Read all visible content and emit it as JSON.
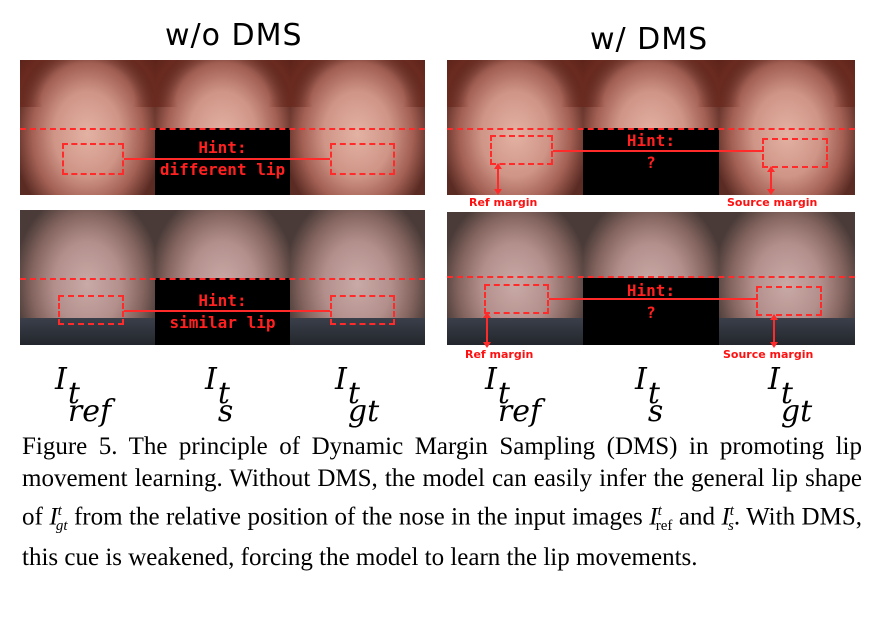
{
  "panels": {
    "left_title": "w/o DMS",
    "right_title": "w/ DMS"
  },
  "hints": {
    "top_left": [
      "Hint:",
      "different lip"
    ],
    "bottom_left": [
      "Hint:",
      "similar lip"
    ],
    "top_right": [
      "Hint:",
      "?"
    ],
    "bottom_right": [
      "Hint:",
      "?"
    ]
  },
  "margins": {
    "ref": "Ref margin",
    "source": "Source margin"
  },
  "labels": {
    "base": "I",
    "sup": "t",
    "ref_sub": "ref",
    "s_sub": "s",
    "gt_sub": "gt"
  },
  "caption": {
    "figure": "Figure 5.",
    "part1": "The principle of Dynamic Margin Sampling (DMS) in promoting lip movement learning. Without DMS, the model can easily infer the general lip shape of ",
    "part2": " from the relative position of the nose in the input images ",
    "part3": " and ",
    "part4": ". With DMS, this cue is weakened, forcing the model to learn the lip movements."
  },
  "colors": {
    "annotation": "#ff2a2a"
  }
}
